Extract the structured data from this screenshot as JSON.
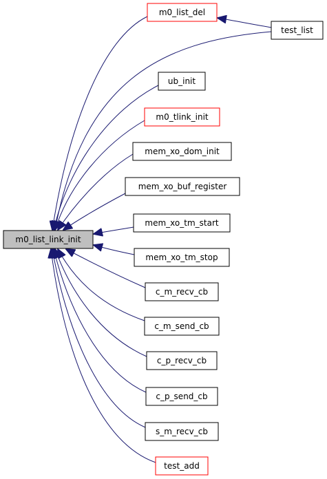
{
  "colors": {
    "edge": "#191970",
    "border_default": "#000000",
    "border_highlight": "#ff0000",
    "root_fill": "#bfbfbf",
    "node_fill": "#ffffff"
  },
  "nodes": {
    "root": {
      "label": "m0_list_link_init",
      "style": "root"
    },
    "m0_list_del": {
      "label": "m0_list_del",
      "style": "red"
    },
    "test_list": {
      "label": "test_list",
      "style": "normal"
    },
    "ub_init": {
      "label": "ub_init",
      "style": "normal"
    },
    "m0_tlink_init": {
      "label": "m0_tlink_init",
      "style": "red"
    },
    "mem_xo_dom_init": {
      "label": "mem_xo_dom_init",
      "style": "normal"
    },
    "mem_xo_buf_register": {
      "label": "mem_xo_buf_register",
      "style": "normal"
    },
    "mem_xo_tm_start": {
      "label": "mem_xo_tm_start",
      "style": "normal"
    },
    "mem_xo_tm_stop": {
      "label": "mem_xo_tm_stop",
      "style": "normal"
    },
    "c_m_recv_cb": {
      "label": "c_m_recv_cb",
      "style": "normal"
    },
    "c_m_send_cb": {
      "label": "c_m_send_cb",
      "style": "normal"
    },
    "c_p_recv_cb": {
      "label": "c_p_recv_cb",
      "style": "normal"
    },
    "c_p_send_cb": {
      "label": "c_p_send_cb",
      "style": "normal"
    },
    "s_m_recv_cb": {
      "label": "s_m_recv_cb",
      "style": "normal"
    },
    "test_add": {
      "label": "test_add",
      "style": "red"
    }
  },
  "edges": [
    {
      "from": "m0_list_del",
      "to": "root"
    },
    {
      "from": "test_list",
      "to": "root"
    },
    {
      "from": "test_list",
      "to": "m0_list_del"
    },
    {
      "from": "ub_init",
      "to": "root"
    },
    {
      "from": "m0_tlink_init",
      "to": "root"
    },
    {
      "from": "mem_xo_dom_init",
      "to": "root"
    },
    {
      "from": "mem_xo_buf_register",
      "to": "root"
    },
    {
      "from": "mem_xo_tm_start",
      "to": "root"
    },
    {
      "from": "mem_xo_tm_stop",
      "to": "root"
    },
    {
      "from": "c_m_recv_cb",
      "to": "root"
    },
    {
      "from": "c_m_send_cb",
      "to": "root"
    },
    {
      "from": "c_p_recv_cb",
      "to": "root"
    },
    {
      "from": "c_p_send_cb",
      "to": "root"
    },
    {
      "from": "s_m_recv_cb",
      "to": "root"
    },
    {
      "from": "test_add",
      "to": "root"
    }
  ]
}
